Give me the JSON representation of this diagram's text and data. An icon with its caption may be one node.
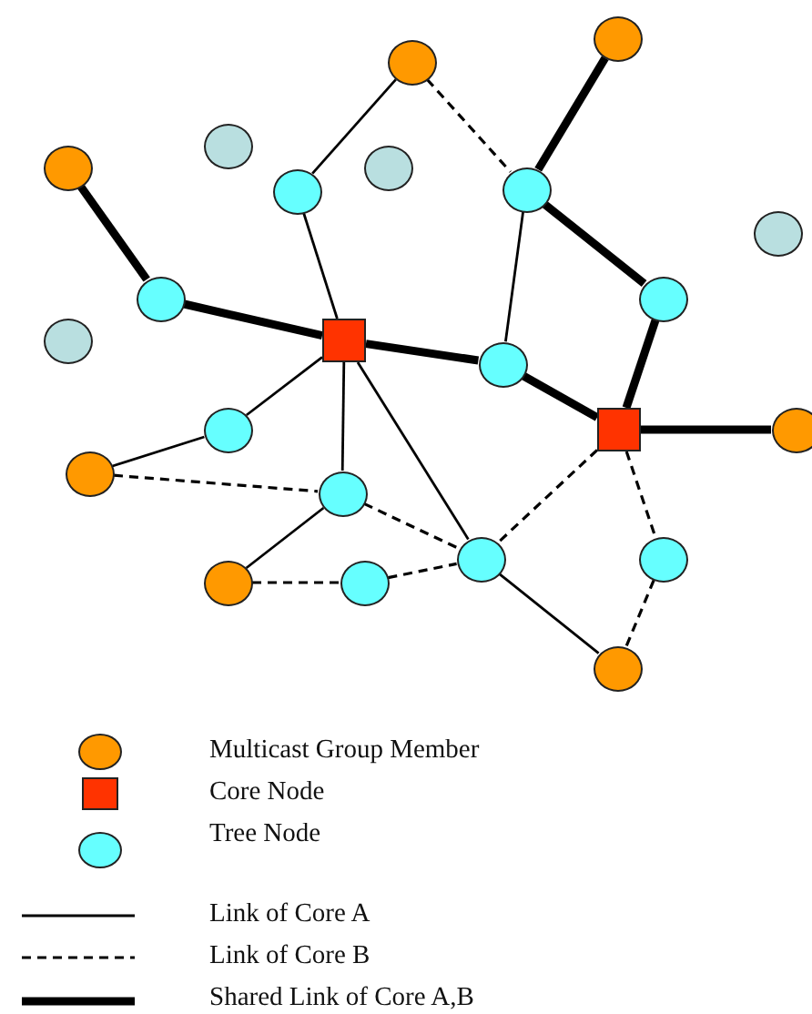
{
  "diagram": {
    "nodes": [
      {
        "text": [],
        "shape": "circle"
      },
      {
        "text": [],
        "shape": "circle"
      },
      {
        "text": [],
        "shape": "circle"
      },
      {
        "text": [],
        "shape": "circle"
      },
      {
        "text": [],
        "shape": "circle"
      },
      {
        "text": [],
        "shape": "circle"
      },
      {
        "text": [],
        "shape": "circle"
      },
      {
        "text": [],
        "shape": "circle"
      },
      {
        "text": [],
        "shape": "circle"
      },
      {
        "text": [],
        "shape": "circle"
      },
      {
        "text": [],
        "shape": "circle"
      },
      {
        "text": [],
        "shape": "box"
      },
      {
        "text": [],
        "shape": "circle"
      },
      {
        "text": [],
        "shape": "box"
      },
      {
        "text": [],
        "shape": "circle"
      },
      {
        "text": [],
        "shape": "circle"
      },
      {
        "text": [],
        "shape": "circle"
      },
      {
        "text": [],
        "shape": "circle"
      },
      {
        "text": [],
        "shape": "circle"
      },
      {
        "text": [],
        "shape": "circle"
      },
      {
        "text": [],
        "shape": "circle"
      },
      {
        "text": [],
        "shape": "circle"
      },
      {
        "text": [],
        "shape": "circle"
      }
    ],
    "edges": [
      {
        "from": 0,
        "to": 5,
        "arrow": "none"
      },
      {
        "from": 0,
        "to": 6,
        "arrow": "none",
        "style": "dashed"
      },
      {
        "from": 1,
        "to": 6,
        "arrow": "none",
        "style": "thick"
      },
      {
        "from": 2,
        "to": 8,
        "arrow": "none",
        "style": "thick"
      },
      {
        "from": 6,
        "to": 12,
        "arrow": "none"
      },
      {
        "from": 6,
        "to": 9,
        "arrow": "none",
        "style": "thick"
      },
      {
        "from": 5,
        "to": 11,
        "arrow": "none"
      },
      {
        "from": 8,
        "to": 11,
        "arrow": "none",
        "style": "thick"
      },
      {
        "from": 11,
        "to": 12,
        "arrow": "none",
        "style": "thick"
      },
      {
        "from": 12,
        "to": 13,
        "arrow": "none",
        "style": "thick"
      },
      {
        "from": 9,
        "to": 13,
        "arrow": "none",
        "style": "thick"
      },
      {
        "from": 13,
        "to": 14,
        "arrow": "none",
        "style": "thick"
      },
      {
        "from": 11,
        "to": 15,
        "arrow": "none"
      },
      {
        "from": 15,
        "to": 16,
        "arrow": "none"
      },
      {
        "from": 11,
        "to": 17,
        "arrow": "none"
      },
      {
        "from": 11,
        "to": 18,
        "arrow": "none"
      },
      {
        "from": 16,
        "to": 17,
        "arrow": "none",
        "style": "dashed"
      },
      {
        "from": 17,
        "to": 18,
        "arrow": "none",
        "style": "dashed"
      },
      {
        "from": 17,
        "to": 20,
        "arrow": "none"
      },
      {
        "from": 20,
        "to": 21,
        "arrow": "none",
        "style": "dashed"
      },
      {
        "from": 21,
        "to": 18,
        "arrow": "none",
        "style": "dashed"
      },
      {
        "from": 13,
        "to": 18,
        "arrow": "none",
        "style": "dashed"
      },
      {
        "from": 13,
        "to": 19,
        "arrow": "none",
        "style": "dashed"
      },
      {
        "from": 18,
        "to": 22,
        "arrow": "none"
      },
      {
        "from": 19,
        "to": 22,
        "arrow": "none",
        "style": "dashed"
      }
    ],
    "legend": [
      {
        "text": "Multicast Group Member",
        "color": "#ff9900"
      },
      {
        "text": "Core Node",
        "color": "#ff3300"
      },
      {
        "text": "Tree Node",
        "color": "#66ffff"
      },
      {
        "text": "Link of Core A"
      },
      {
        "text": "Link of Core B"
      },
      {
        "text": "Shared Link of Core A,B"
      }
    ]
  }
}
